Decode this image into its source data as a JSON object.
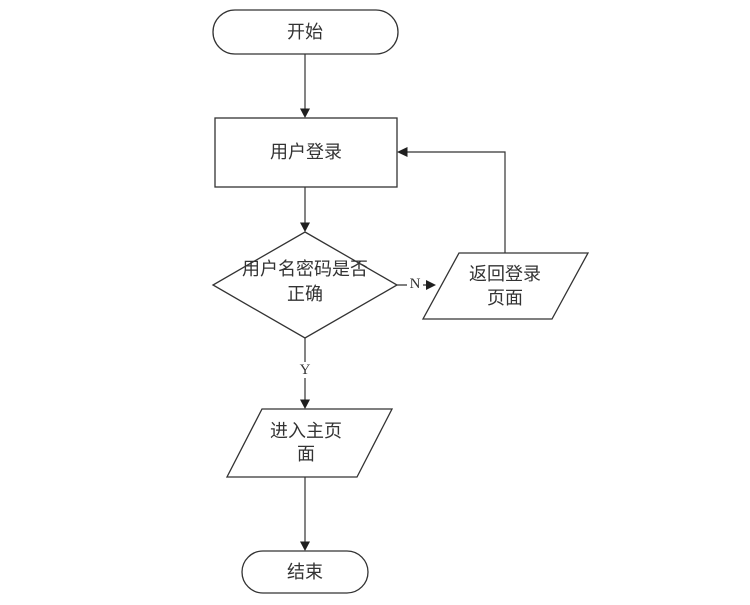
{
  "canvas": {
    "background_color": "#ffffff",
    "line_color": "#333333",
    "text_color": "#333333",
    "arrow_color": "#1f1f1f"
  },
  "flowchart": {
    "nodes": {
      "start": {
        "type": "terminator",
        "label": "开始"
      },
      "login": {
        "type": "process",
        "label": "用户登录"
      },
      "check": {
        "type": "decision",
        "line1": "用户名密码是否",
        "line2": "正确"
      },
      "return_page": {
        "type": "data",
        "line1": "返回登录",
        "line2": "页面"
      },
      "main_page": {
        "type": "data",
        "line1": "进入主页",
        "line2": "面"
      },
      "end": {
        "type": "terminator",
        "label": "结束"
      }
    },
    "edge_labels": {
      "no": "N",
      "yes": "Y"
    }
  }
}
